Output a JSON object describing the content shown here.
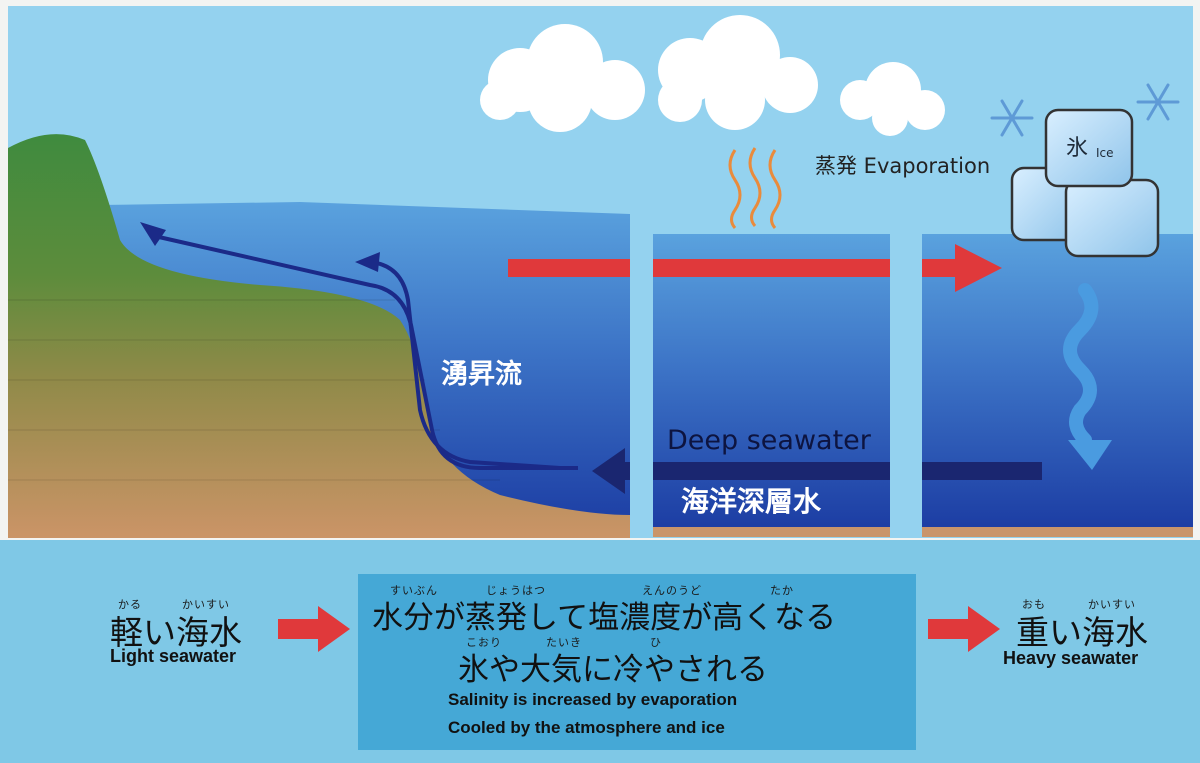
{
  "labels": {
    "evaporation": "蒸発 Evaporation",
    "ice_ja": "氷",
    "ice_en": "Ice",
    "upwelling": "湧昇流",
    "deep_en": "Deep seawater",
    "deep_ja": "海洋深層水"
  },
  "bottom": {
    "light": {
      "ruby_1": "かる",
      "ruby_2": "かいすい",
      "ja": "軽い海水",
      "en": "Light seawater"
    },
    "heavy": {
      "ruby_1": "おも",
      "ruby_2": "かいすい",
      "ja": "重い海水",
      "en": "Heavy seawater"
    },
    "center": {
      "ruby_line1": [
        "すいぶん",
        "じょうはつ",
        "えんのうど",
        "たか"
      ],
      "line1": "水分が蒸発して塩濃度が高くなる",
      "ruby_line2": [
        "こおり",
        "たいき",
        "ひ"
      ],
      "line2": "氷や大気に冷やされる",
      "en_line1": "Salinity is increased by evaporation",
      "en_line2": "Cooled by the atmosphere and ice"
    }
  },
  "colors": {
    "sky": "#93d1ee",
    "sea_top": "#4d95d8",
    "sea_bottom": "#1a3aa1",
    "warm_arrow": "#e0393b",
    "deep_arrow": "#1a2670",
    "land_green": "#3e8a3e",
    "land_brown": "#c8966a",
    "panel": "#7fc8e6",
    "center_box": "#45a8d6"
  },
  "icons": [
    "cloud-icon",
    "steam-icon",
    "snowflake-icon",
    "ice-cube-icon",
    "sinking-arrow-icon"
  ]
}
